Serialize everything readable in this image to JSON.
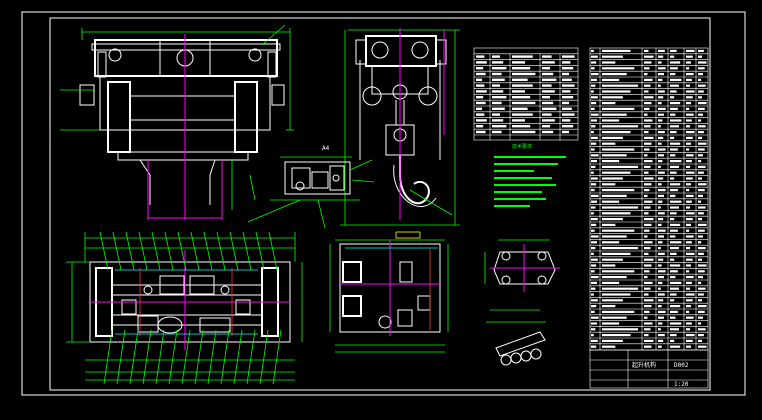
{
  "drawing": {
    "detail_label": "A4",
    "title_block_name": "起升机构",
    "title_block_code": "D002",
    "tech_requirements_title": "技术要求",
    "scale_label": "1:20",
    "colors": {
      "background": "#000000",
      "outline": "#ffffff",
      "dimension": "#00ff00",
      "centerline": "#ff00ff",
      "hidden": "#00ffff",
      "section": "#ff3030"
    }
  }
}
